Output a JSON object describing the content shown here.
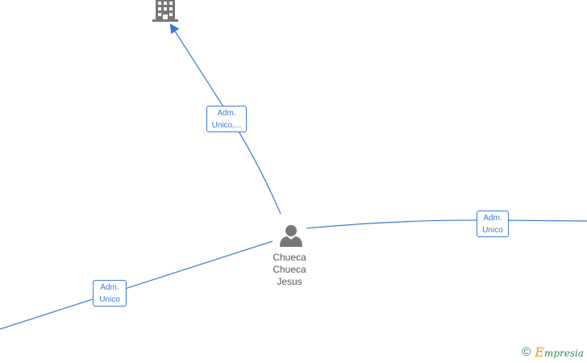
{
  "diagram": {
    "colors": {
      "edge": "#3a7bd5",
      "node_icon": "#777777",
      "brand_green": "#2e8b57",
      "brand_orange": "#f39c12"
    },
    "company_node": {
      "icon": "building-icon"
    },
    "person_node": {
      "icon": "person-icon",
      "name_lines": [
        "Chueca",
        "Chueca",
        "Jesus"
      ]
    },
    "relations": [
      {
        "line1": "Adm.",
        "line2": "Unico,..."
      },
      {
        "line1": "Adm.",
        "line2": "Unico"
      },
      {
        "line1": "Adm.",
        "line2": "Unico"
      }
    ]
  },
  "watermark": {
    "copyright_symbol": "©",
    "brand_initial": "E",
    "brand_rest": "mpresia"
  }
}
